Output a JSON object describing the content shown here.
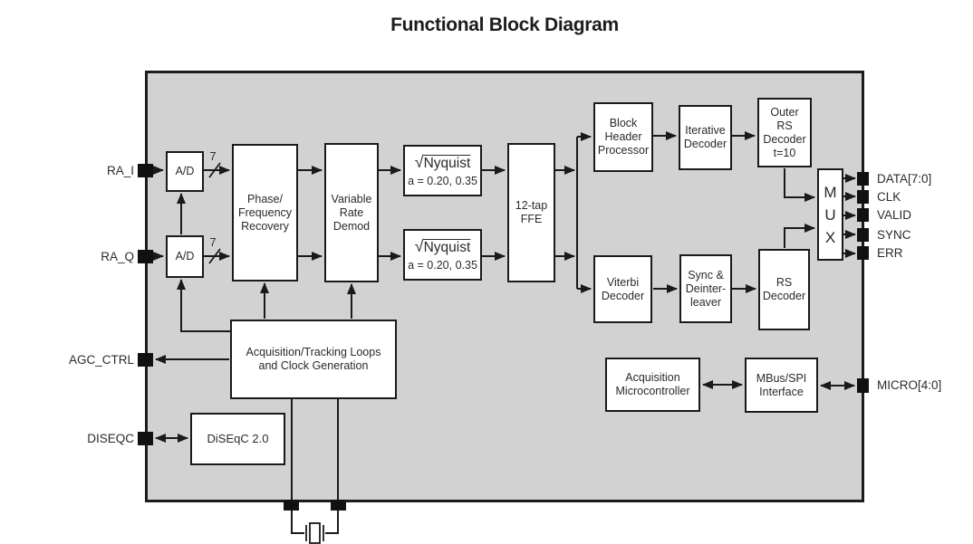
{
  "title": "Functional Block Diagram",
  "bus_width_label": "7",
  "chip": {
    "blocks": {
      "adc_i": {
        "label": "A/D"
      },
      "adc_q": {
        "label": "A/D"
      },
      "phase_freq": {
        "label": "Phase/\nFrequency\nRecovery"
      },
      "var_rate_demod": {
        "label": "Variable\nRate\nDemod"
      },
      "nyquist_i": {
        "radical": "√",
        "name": "Nyquist",
        "param": "a = 0.20, 0.35"
      },
      "nyquist_q": {
        "radical": "√",
        "name": "Nyquist",
        "param": "a = 0.20, 0.35"
      },
      "ffe": {
        "label": "12-tap\nFFE"
      },
      "block_header": {
        "label": "Block\nHeader\nProcessor"
      },
      "iterative": {
        "label": "Iterative\nDecoder"
      },
      "outer_rs": {
        "label": "Outer\nRS\nDecoder\nt=10"
      },
      "mux": {
        "letters": [
          "M",
          "U",
          "X"
        ]
      },
      "viterbi": {
        "label": "Viterbi\nDecoder"
      },
      "sync_deinterleaver": {
        "label": "Sync &\nDeinter-\nleaver"
      },
      "rs_decoder": {
        "label": "RS\nDecoder"
      },
      "acq_loops": {
        "label": "Acquisition/Tracking Loops\nand Clock Generation"
      },
      "diseqc": {
        "label": "DiSEqC 2.0"
      },
      "acq_micro": {
        "label": "Acquisition\nMicrocontroller"
      },
      "mbus_spi": {
        "label": "MBus/SPI\nInterface"
      }
    },
    "pins": {
      "left": [
        {
          "label": "RA_I"
        },
        {
          "label": "RA_Q"
        },
        {
          "label": "AGC_CTRL"
        },
        {
          "label": "DISEQC"
        }
      ],
      "right": [
        {
          "label": "DATA[7:0]"
        },
        {
          "label": "CLK"
        },
        {
          "label": "VALID"
        },
        {
          "label": "SYNC"
        },
        {
          "label": "ERR"
        },
        {
          "label": "MICRO[4:0]"
        }
      ]
    }
  },
  "colors": {
    "chip_fill": "#d2d2d2",
    "block_fill": "#ffffff",
    "line": "#1a1a1a",
    "pad": "#111111",
    "text": "#2b2b2b"
  }
}
